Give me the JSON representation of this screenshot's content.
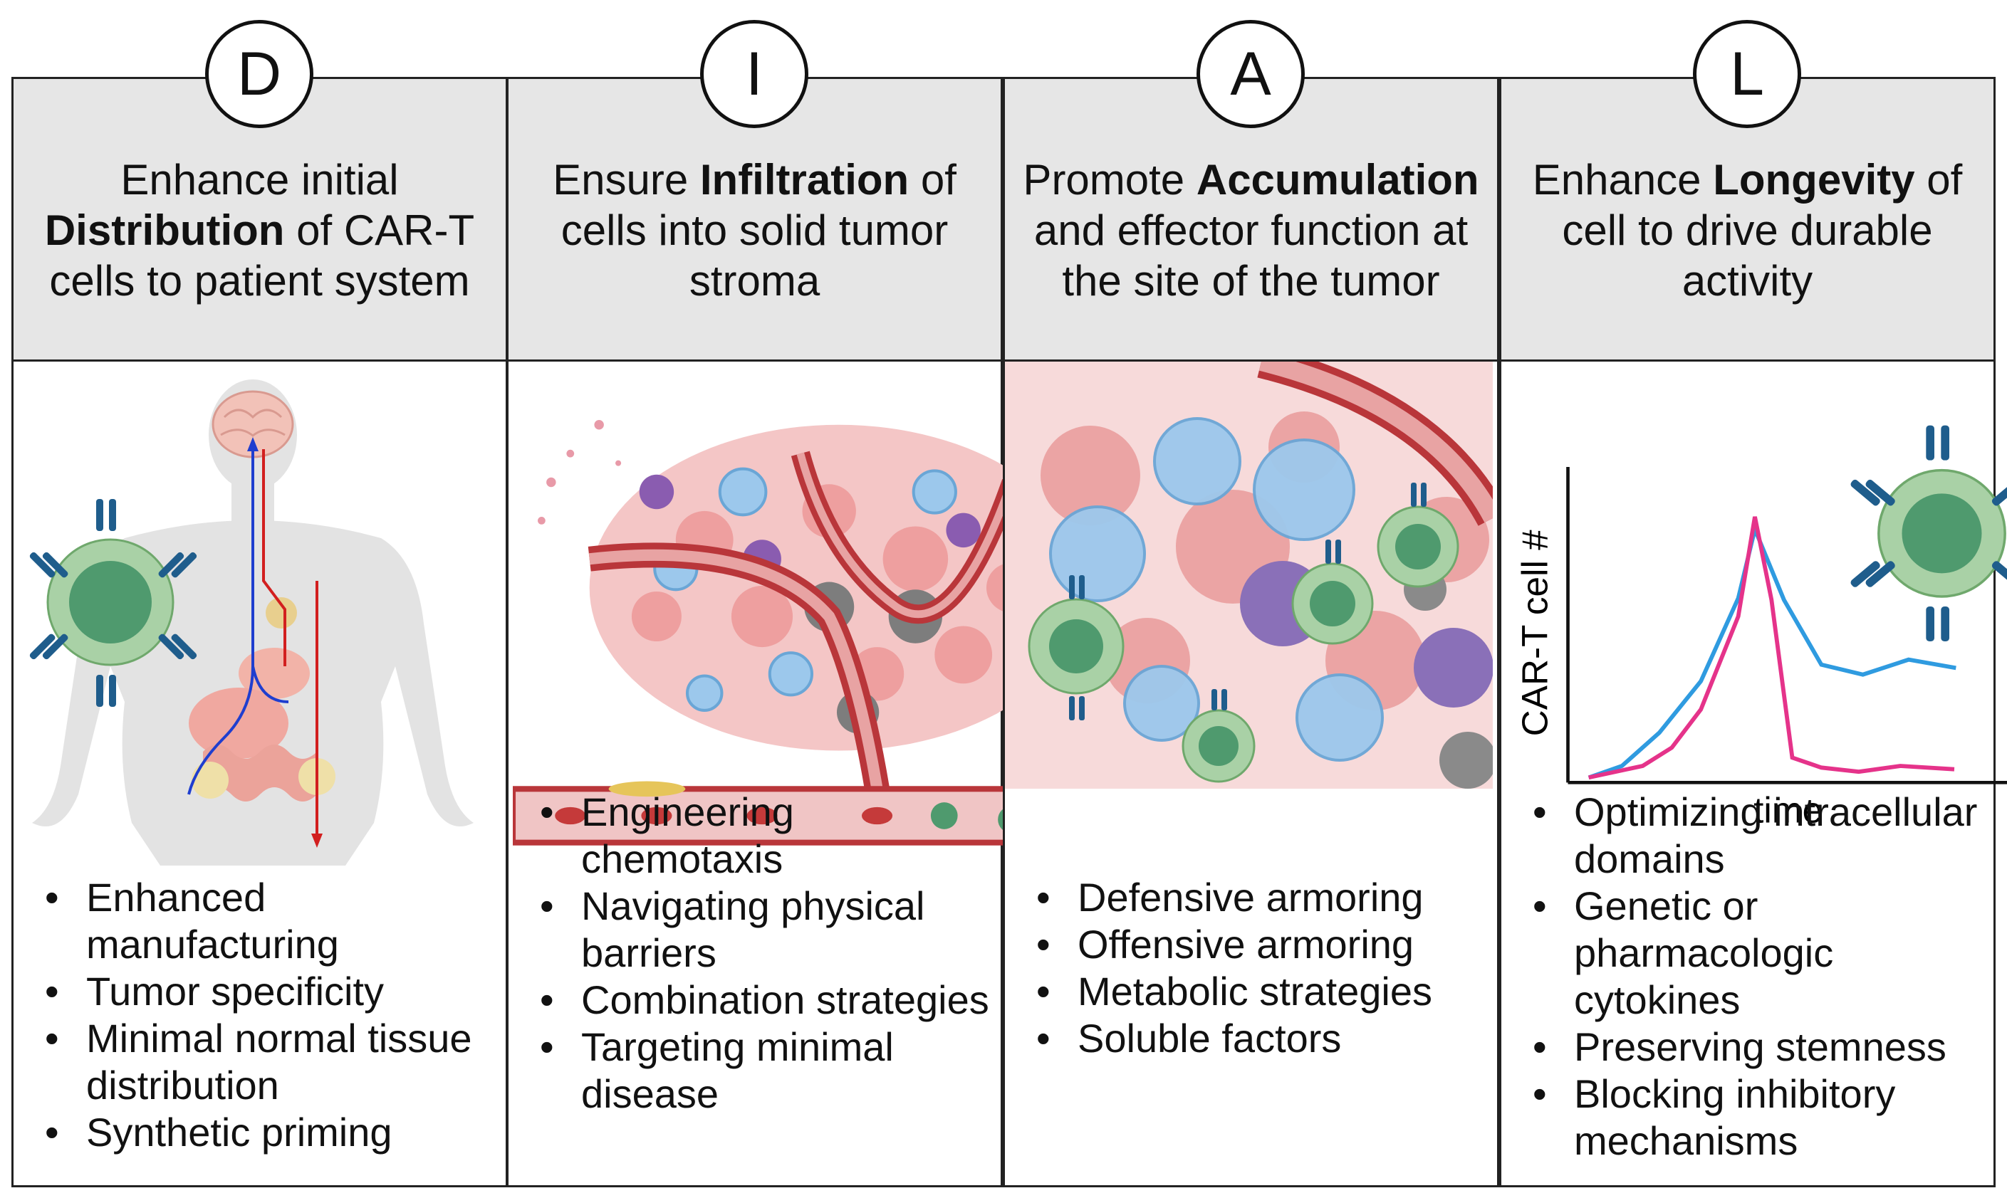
{
  "columns": [
    {
      "letter": "D",
      "heading": {
        "pre": "Enhance initial ",
        "bold": "Distribution",
        "post": " of CAR-T cells to patient system"
      },
      "bullets": [
        "Enhanced manufacturing",
        "Tumor specificity",
        "Minimal normal tissue distribution",
        "Synthetic priming"
      ]
    },
    {
      "letter": "I",
      "heading": {
        "pre": "Ensure ",
        "bold": "Infiltration",
        "post": " of cells into solid tumor stroma"
      },
      "bullets": [
        "Engineering chemotaxis",
        "Navigating physical barriers",
        "Combination strategies",
        "Targeting minimal disease"
      ]
    },
    {
      "letter": "A",
      "heading": {
        "pre": "Promote ",
        "bold": "Accumulation",
        "post": " and effector function at the site of the tumor"
      },
      "bullets": [
        "Defensive armoring",
        "Offensive  armoring",
        "Metabolic strategies",
        "Soluble factors"
      ]
    },
    {
      "letter": "L",
      "heading": {
        "pre": "Enhance ",
        "bold": "Longevity",
        "post": " of cell to drive durable activity"
      },
      "bullets": [
        "Optimizing intracellular domains",
        "Genetic or pharmacologic cytokines",
        "Preserving stemness",
        "Blocking inhibitory mechanisms"
      ]
    }
  ],
  "graph": {
    "ylabel": "CAR-T cell #",
    "xlabel": "time",
    "colors": {
      "blue": "#2f9be0",
      "pink": "#e5338a"
    }
  },
  "colors": {
    "header_bg": "#e6e6e6",
    "border": "#222222",
    "cart_cell_outer": "#a9d1a6",
    "cart_cell_inner": "#4f9a6e",
    "receptor": "#1f5d8c",
    "vessel": "#b9363a",
    "tumor_cell": "#f1b3b3",
    "immune_blue": "#8fc3ea",
    "myeloid_purple": "#8a5cb0",
    "arrow_blue": "#1f3ecf",
    "arrow_red": "#d21f1f"
  }
}
